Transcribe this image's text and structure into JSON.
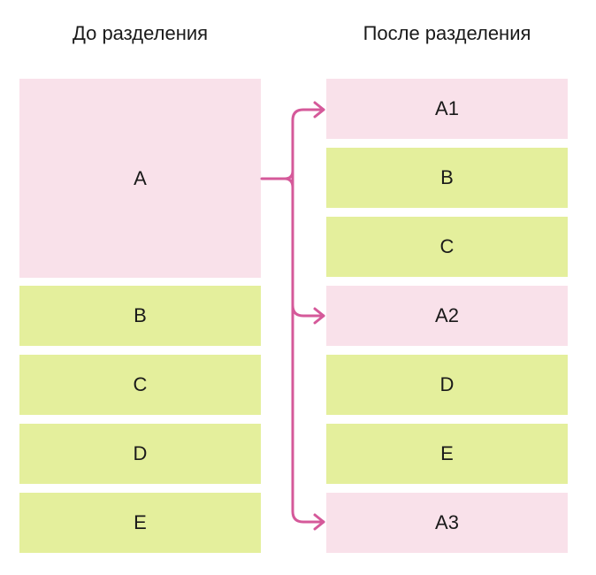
{
  "headings": {
    "before": "До разделения",
    "after": "После разделения"
  },
  "before": {
    "blocks": [
      "A",
      "B",
      "C",
      "D",
      "E"
    ]
  },
  "after": {
    "blocks": [
      "A1",
      "B",
      "C",
      "A2",
      "D",
      "E",
      "A3"
    ]
  },
  "colors": {
    "split_block": "#f9e1ea",
    "other_block": "#e4ef9c",
    "arrow": "#d5599a",
    "text": "#1a1a1a"
  }
}
